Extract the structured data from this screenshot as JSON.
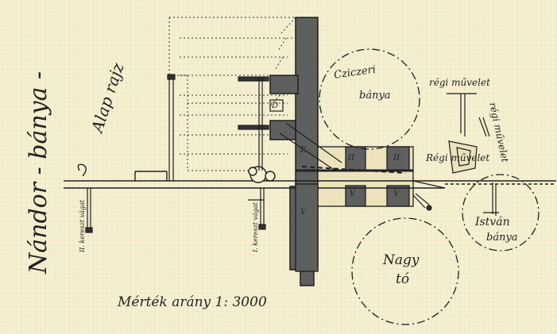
{
  "title": "Nándor - bánya -",
  "subtitle": "Alap rajz",
  "scale_label": "Mérték arány 1: 3000",
  "labels": {
    "cziczeri": "Cziczeri",
    "cziczeri_banya": "bánya",
    "regi_muvelet_1": "régi művelet",
    "regi_muvelet_2": "régi művelet",
    "regi_muvelet_3": "Régi művelet",
    "istvan": "István",
    "istvan_banya": "bánya",
    "nagy": "Nagy",
    "to": "tó",
    "keresztvagat_2": "II. kereszt vágat",
    "keresztvagat_1": "I. kereszt vágat"
  },
  "colors": {
    "paper": "#f6f0d2",
    "ink": "#1e1e1e",
    "fill_dark": "#5f5f5f",
    "hatch": "#9a9a9a"
  }
}
